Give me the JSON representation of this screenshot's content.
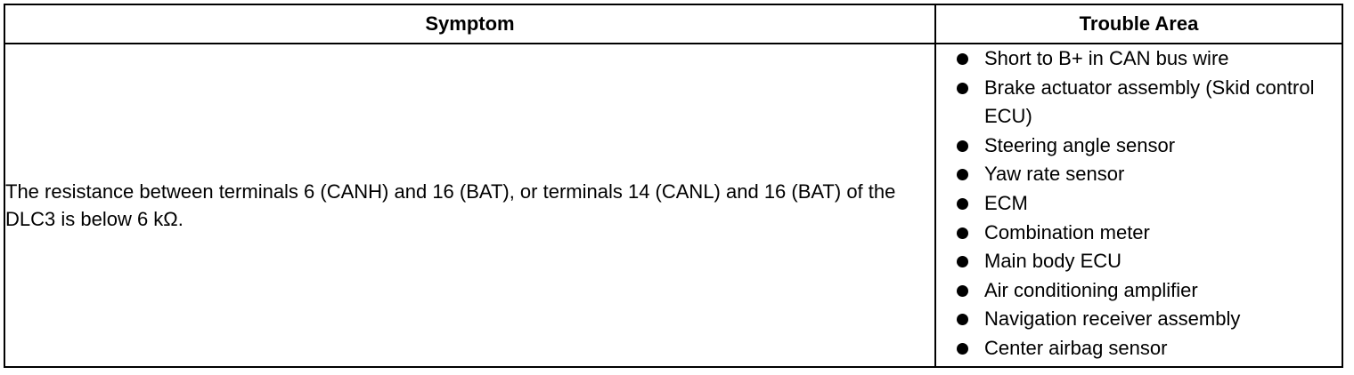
{
  "table": {
    "headers": {
      "symptom": "Symptom",
      "trouble_area": "Trouble Area"
    },
    "rows": [
      {
        "symptom": "The resistance between terminals 6 (CANH) and 16 (BAT), or terminals 14 (CANL) and 16 (BAT) of the DLC3 is below 6 kΩ.",
        "trouble_areas": [
          "Short to B+ in CAN bus wire",
          "Brake actuator assembly (Skid control ECU)",
          "Steering angle sensor",
          "Yaw rate sensor",
          "ECM",
          "Combination meter",
          "Main body ECU",
          "Air conditioning amplifier",
          "Navigation receiver assembly",
          "Center airbag sensor"
        ]
      }
    ]
  }
}
